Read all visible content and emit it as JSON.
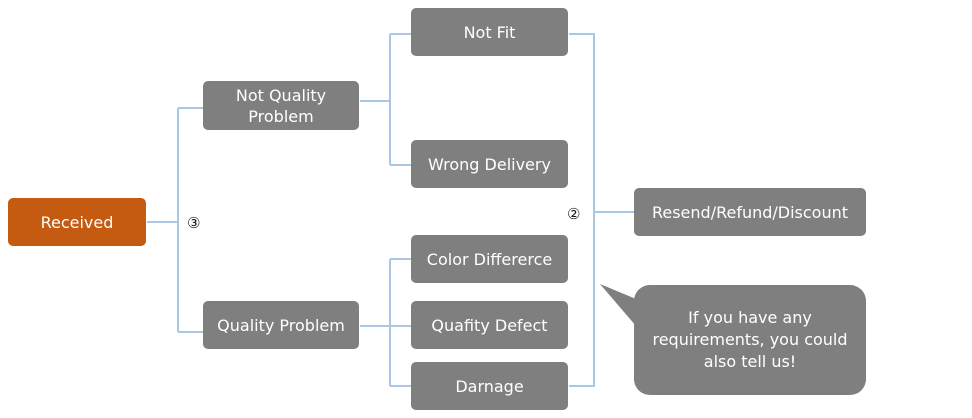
{
  "nodes": {
    "received": "Received",
    "not_quality_problem": "Not Quality Problem",
    "quality_problem": "Quality Problem",
    "not_fit": "Not Fit",
    "wrong_delivery": "Wrong Delivery",
    "color_difference": "Color Differerce",
    "quality_defect": "Quafity Defect",
    "damage": "Darnage",
    "resend_refund_discount": "Resend/Refund/Discount"
  },
  "markers": {
    "step3": "③",
    "step2": "②"
  },
  "callout": {
    "text": "If you have any requirements, you could also tell us!"
  },
  "colors": {
    "node_gray": "#7f7f7f",
    "node_orange": "#c55a11",
    "connector_blue": "#a9c6e4"
  }
}
